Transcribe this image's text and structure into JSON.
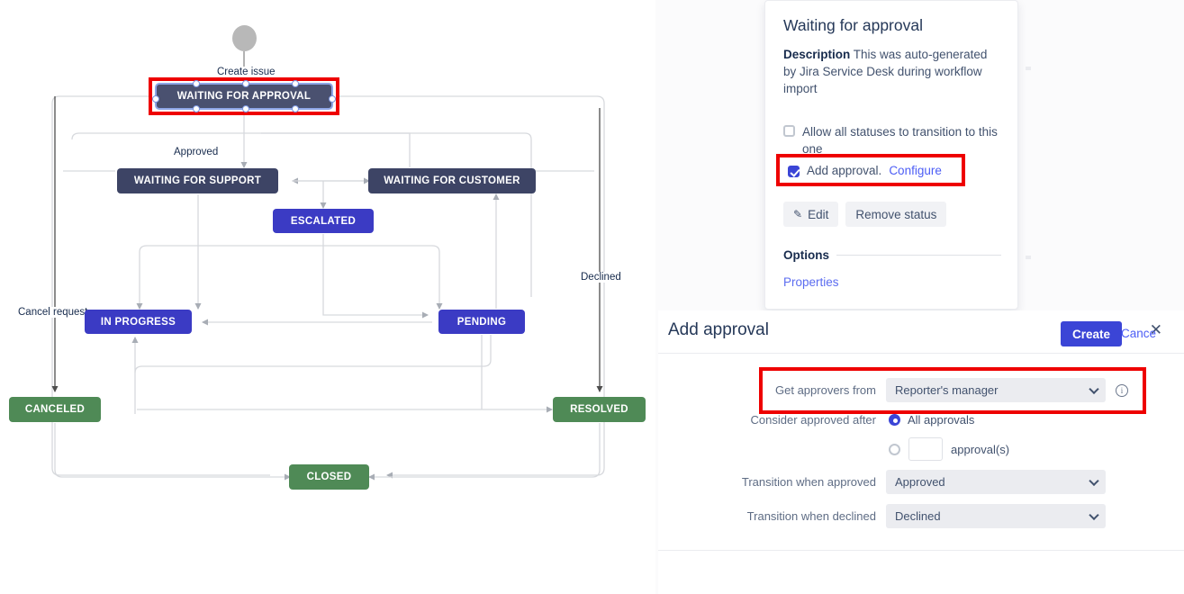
{
  "workflow": {
    "start_node_name": "start-circle",
    "nodes": [
      {
        "id": "waiting-for-approval",
        "label": "WAITING FOR APPROVAL",
        "color": "#4a5170",
        "kind": "selected"
      },
      {
        "id": "waiting-for-support",
        "label": "WAITING FOR SUPPORT",
        "color": "#3d4465",
        "kind": "navy"
      },
      {
        "id": "waiting-for-customer",
        "label": "WAITING FOR CUSTOMER",
        "color": "#3d4465",
        "kind": "navy"
      },
      {
        "id": "escalated",
        "label": "ESCALATED",
        "color": "#3b3bc4",
        "kind": "blue"
      },
      {
        "id": "in-progress",
        "label": "IN PROGRESS",
        "color": "#3b3bc4",
        "kind": "blue"
      },
      {
        "id": "pending",
        "label": "PENDING",
        "color": "#3b3bc4",
        "kind": "blue"
      },
      {
        "id": "canceled",
        "label": "CANCELED",
        "color": "#4f8a56",
        "kind": "green"
      },
      {
        "id": "resolved",
        "label": "RESOLVED",
        "color": "#4f8a56",
        "kind": "green"
      },
      {
        "id": "closed",
        "label": "CLOSED",
        "color": "#4f8a56",
        "kind": "green"
      }
    ],
    "transition_labels": [
      {
        "id": "create-issue",
        "text": "Create issue"
      },
      {
        "id": "approved",
        "text": "Approved"
      },
      {
        "id": "declined",
        "text": "Declined"
      },
      {
        "id": "cancel-request",
        "text": "Cancel request"
      }
    ]
  },
  "status_popup": {
    "title": "Waiting for approval",
    "description_label": "Description",
    "description_text": "This was auto-generated by Jira Service Desk during workflow import",
    "allow_all_label": "Allow all statuses to transition to this one",
    "allow_all_checked": false,
    "add_approval_label": "Add approval.",
    "configure_link": "Configure",
    "add_approval_checked": true,
    "edit_button": "Edit",
    "remove_status_button": "Remove status",
    "options_heading": "Options",
    "properties_link": "Properties"
  },
  "modal": {
    "title": "Add approval",
    "close_icon": "✕",
    "fields": {
      "approvers_from_label": "Get approvers from",
      "approvers_from_value": "Reporter's manager",
      "consider_after_label": "Consider approved after",
      "radio_all_label": "All approvals",
      "radio_all_selected": true,
      "radio_count_selected": false,
      "count_value": "",
      "count_suffix_label": "approval(s)",
      "transition_approved_label": "Transition when approved",
      "transition_approved_value": "Approved",
      "transition_declined_label": "Transition when declined",
      "transition_declined_value": "Declined"
    },
    "create_button": "Create",
    "cancel_button": "Cance"
  },
  "colors": {
    "highlight_red": "#ee0000",
    "accent_blue": "#3b45d6",
    "link_blue": "#4c5df5",
    "node_navy": "#3d4465",
    "node_blue": "#3b3bc4",
    "node_green": "#4f8a56"
  }
}
